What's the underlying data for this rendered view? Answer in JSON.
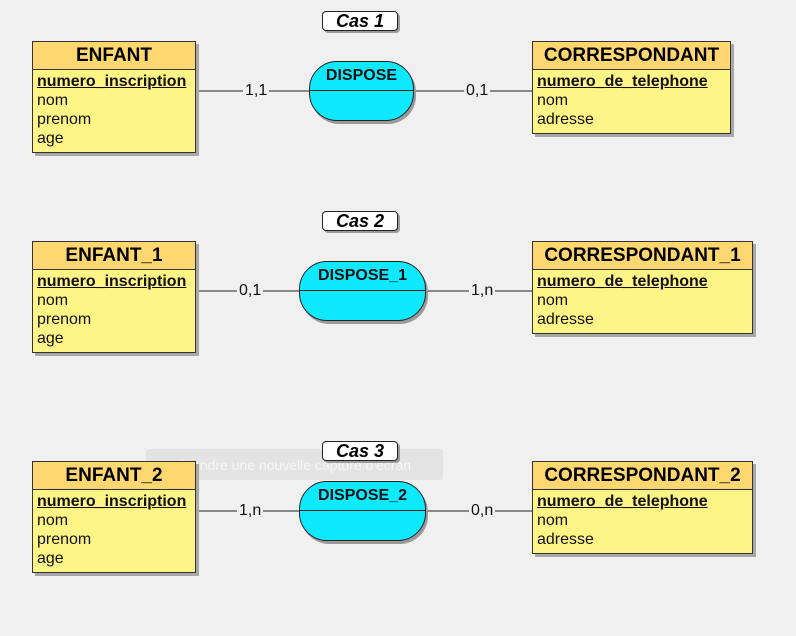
{
  "diagram": {
    "cases": [
      {
        "case_label": "Cas 1",
        "entity_left": {
          "name": "ENFANT",
          "key": "numero_inscription",
          "attributes": [
            "nom",
            "prenom",
            "age"
          ]
        },
        "relation": {
          "name": "DISPOSE"
        },
        "entity_right": {
          "name": "CORRESPONDANT",
          "key": "numero_de_telephone",
          "attributes": [
            "nom",
            "adresse"
          ]
        },
        "cardinality_left": "1,1",
        "cardinality_right": "0,1"
      },
      {
        "case_label": "Cas 2",
        "entity_left": {
          "name": "ENFANT_1",
          "key": "numero_inscription",
          "attributes": [
            "nom",
            "prenom",
            "age"
          ]
        },
        "relation": {
          "name": "DISPOSE_1"
        },
        "entity_right": {
          "name": "CORRESPONDANT_1",
          "key": "numero_de_telephone",
          "attributes": [
            "nom",
            "adresse"
          ]
        },
        "cardinality_left": "0,1",
        "cardinality_right": "1,n"
      },
      {
        "case_label": "Cas 3",
        "entity_left": {
          "name": "ENFANT_2",
          "key": "numero_inscription",
          "attributes": [
            "nom",
            "prenom",
            "age"
          ]
        },
        "relation": {
          "name": "DISPOSE_2"
        },
        "entity_right": {
          "name": "CORRESPONDANT_2",
          "key": "numero_de_telephone",
          "attributes": [
            "nom",
            "adresse"
          ]
        },
        "cardinality_left": "1,n",
        "cardinality_right": "0,n"
      }
    ],
    "tooltip": "Prendre une nouvelle capture d'écran"
  },
  "colors": {
    "background": "#f0f0f0",
    "entity_header": "#ffd770",
    "entity_body": "#fff486",
    "relation_fill": "#0fe9ff",
    "border": "#333333"
  }
}
